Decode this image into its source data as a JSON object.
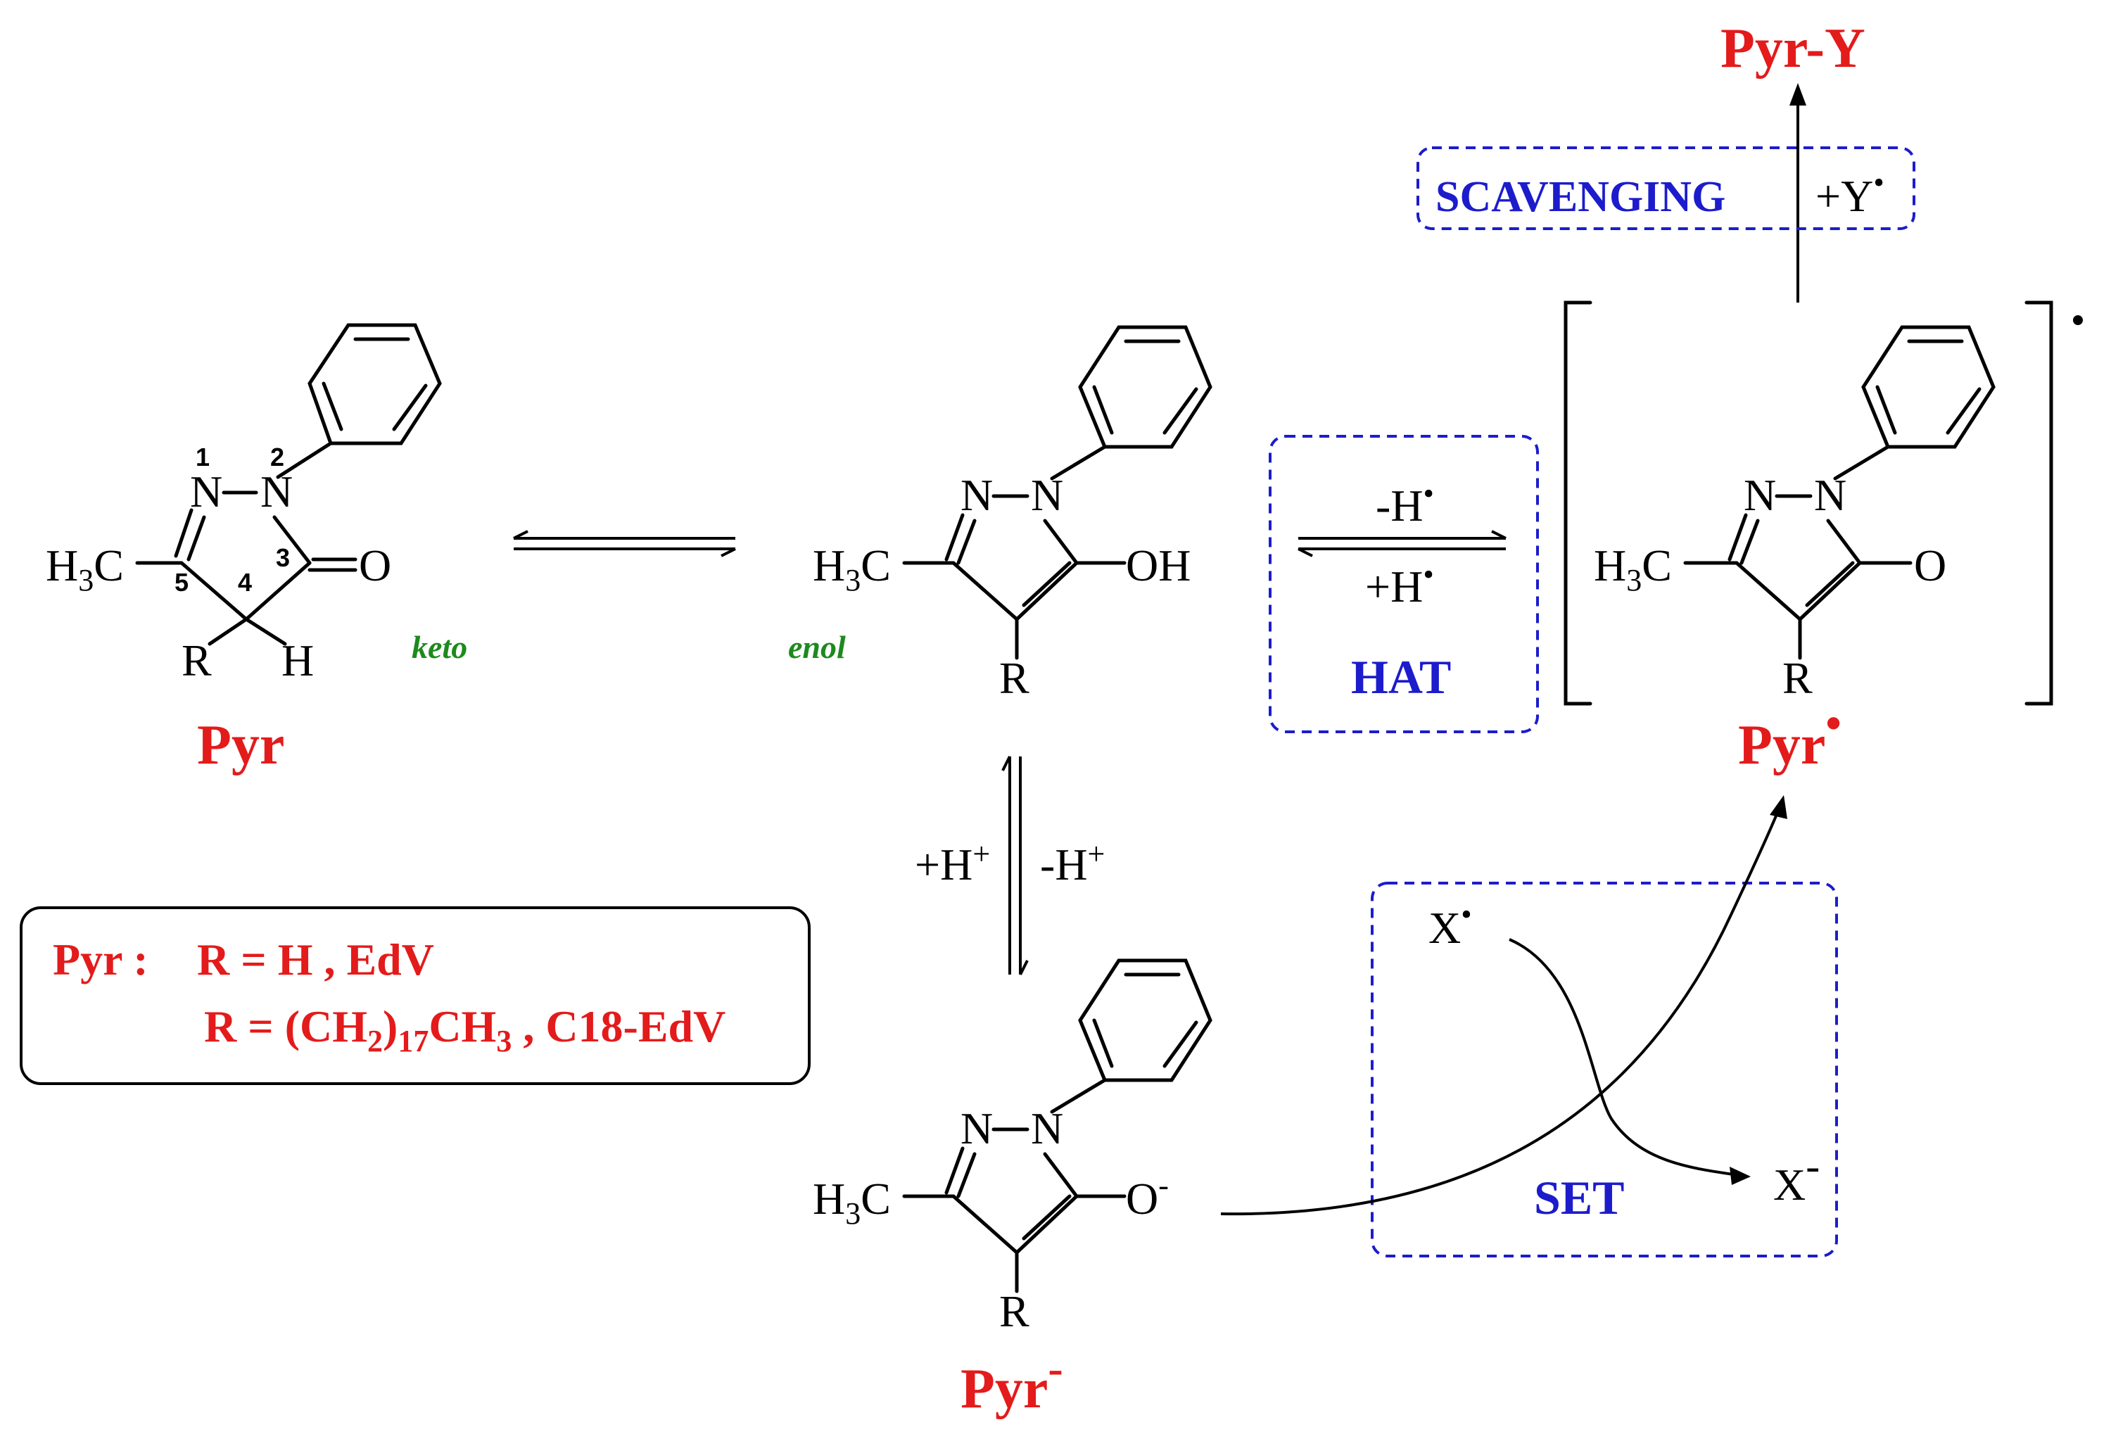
{
  "labels": {
    "pyr": "Pyr",
    "pyr_anion": "Pyr",
    "pyr_radical": "Pyr",
    "pyr_y": "Pyr-Y",
    "keto": "keto",
    "enol": "enol",
    "hat": "HAT",
    "set": "SET",
    "scavenging": "SCAVENGING",
    "plus_y": "+Y",
    "minus_h_radical": "-H",
    "plus_h_radical": "+H",
    "plus_h_proton": "+H",
    "minus_h_proton": "-H",
    "x_radical": "X",
    "x_anion": "X"
  },
  "atoms": {
    "n1": "N",
    "n2": "N",
    "o": "O",
    "h": "H",
    "r": "R",
    "oh": "OH",
    "o_minus": "O",
    "h3c_h": "H",
    "h3c_3": "3",
    "h3c_c": "C",
    "num_1": "1",
    "num_2": "2",
    "num_3": "3",
    "num_4": "4",
    "num_5": "5"
  },
  "legend": {
    "prefix": "Pyr :",
    "line1": "R = H , EdV",
    "line2_a": "R = (CH",
    "line2_sub1": "2",
    "line2_b": ")",
    "line2_sub2": "17",
    "line2_c": "CH",
    "line2_sub3": "3",
    "line2_d": " , C18-EdV"
  },
  "charges": {
    "minus": "-",
    "plus": "+",
    "dot": "•"
  },
  "colors": {
    "product": "#e31b1b",
    "mechanism": "#1c1ccc",
    "tautomer": "#1d8a1d"
  }
}
